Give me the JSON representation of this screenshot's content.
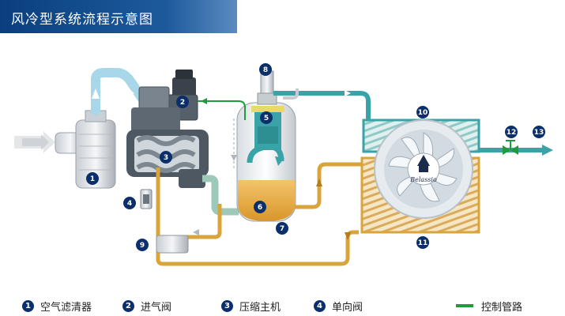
{
  "title": "风冷型系统流程示意图",
  "brand": "Belassio",
  "callouts": [
    "1",
    "2",
    "3",
    "4",
    "5",
    "6",
    "7",
    "8",
    "9",
    "10",
    "11",
    "12",
    "13"
  ],
  "legend": [
    {
      "num": "1",
      "label": "空气滤清器"
    },
    {
      "num": "2",
      "label": "进气阀"
    },
    {
      "num": "3",
      "label": "压缩主机"
    },
    {
      "num": "4",
      "label": "单向阀"
    },
    {
      "label": "控制管路"
    }
  ],
  "colors": {
    "title_bg": "#0a3f7e",
    "air_pipe": "#a9d7ea",
    "oil_pipe": "#d9a53a",
    "gas_pipe": "#3aa3a8",
    "control_line": "#1e9b3b",
    "callout": "#0b2f6b",
    "oil": "#e8b24a"
  }
}
